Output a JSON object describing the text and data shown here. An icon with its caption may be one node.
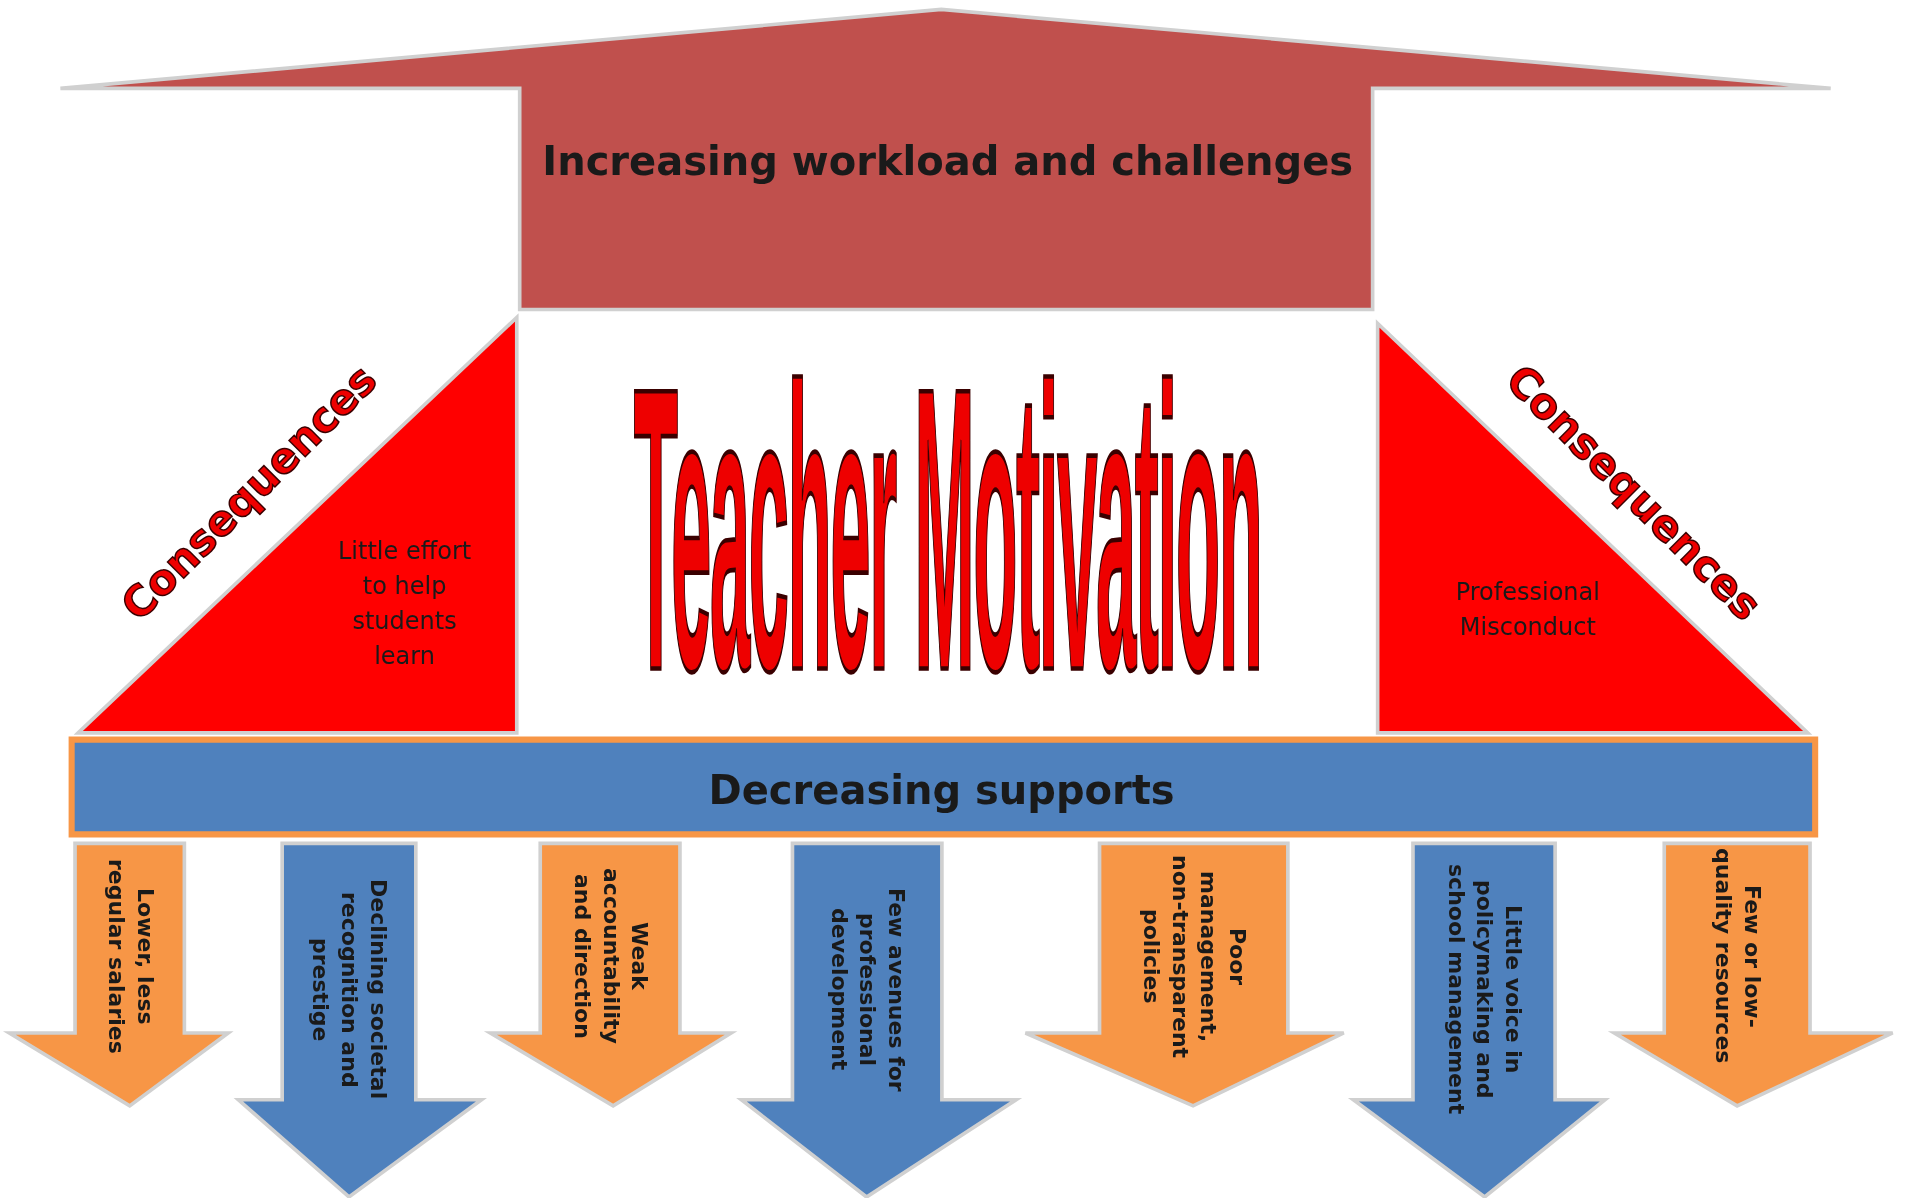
{
  "diagram": {
    "nodes": [
      {
        "text": [
          "Increasing workload and challenges"
        ]
      },
      {
        "text": [
          "Teacher Motivation"
        ]
      },
      {
        "text": [
          "Consequences",
          "Little effort to help students learn"
        ]
      },
      {
        "text": [
          "Consequences",
          "Professional Misconduct"
        ]
      },
      {
        "text": [
          "Decreasing supports"
        ]
      },
      {
        "text": [
          "Lower, less regular salaries"
        ]
      },
      {
        "text": [
          "Declining societal recognition and prestige"
        ]
      },
      {
        "text": [
          "Weak accountability and direction"
        ]
      },
      {
        "text": [
          "Few avenues for professional development"
        ]
      },
      {
        "text": [
          "Poor management, non-transparent policies"
        ]
      },
      {
        "text": [
          "Little voice in policymaking and school management"
        ]
      },
      {
        "text": [
          "Few or low-quality resources"
        ]
      }
    ],
    "edges": []
  }
}
